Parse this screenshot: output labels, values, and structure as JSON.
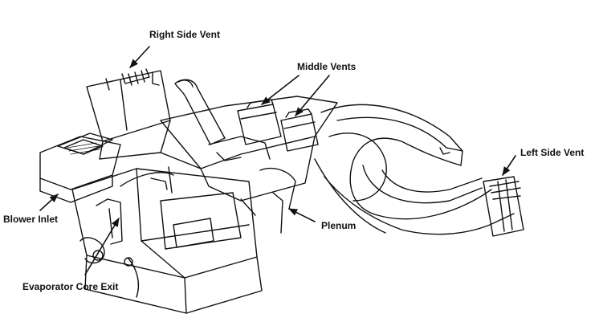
{
  "labels": {
    "right_side_vent": "Right Side Vent",
    "middle_vents": "Middle Vents",
    "left_side_vent": "Left Side Vent",
    "blower_inlet": "Blower Inlet",
    "plenum": "Plenum",
    "evaporator_core_exit": "Evaporator Core Exit"
  },
  "colors": {
    "ink": "#111111",
    "paper": "#ffffff"
  }
}
